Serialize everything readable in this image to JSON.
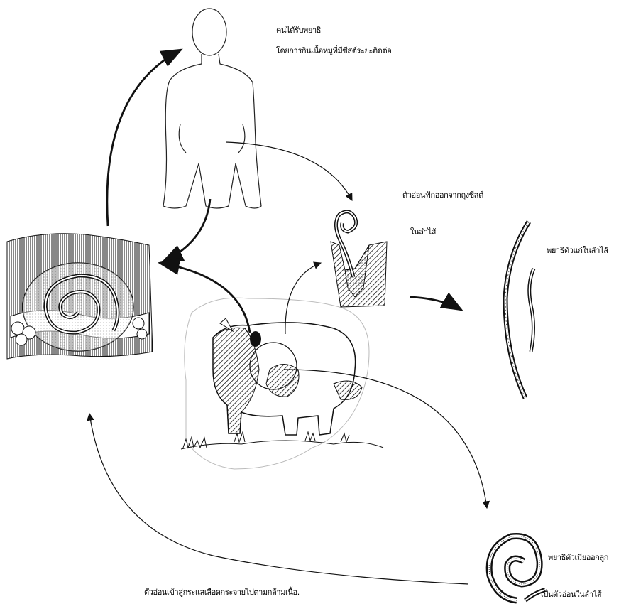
{
  "labels": {
    "human_line1": "คนได้รับพยาธิ",
    "human_line2": "โดยการกินเนื้อหมูที่มีซีสต์ระยะติดต่อ",
    "larva_excyst_line1": "ตัวอ่อนฟักออกจากถุงซีสต์",
    "larva_excyst_line2": "ในลำไส้",
    "adult_worm": "พยาธิตัวแก่ในลำไส้",
    "female_line1": "พยาธิตัวเมียออกลูก",
    "female_line2": "เป็นตัวอ่อนในลำไส้",
    "bloodstream": "ตัวอ่อนเข้าสู่กระแสเลือดกระจายไปตามกล้ามเนื้อ."
  },
  "colors": {
    "ink": "#111111",
    "paper": "#ffffff"
  }
}
